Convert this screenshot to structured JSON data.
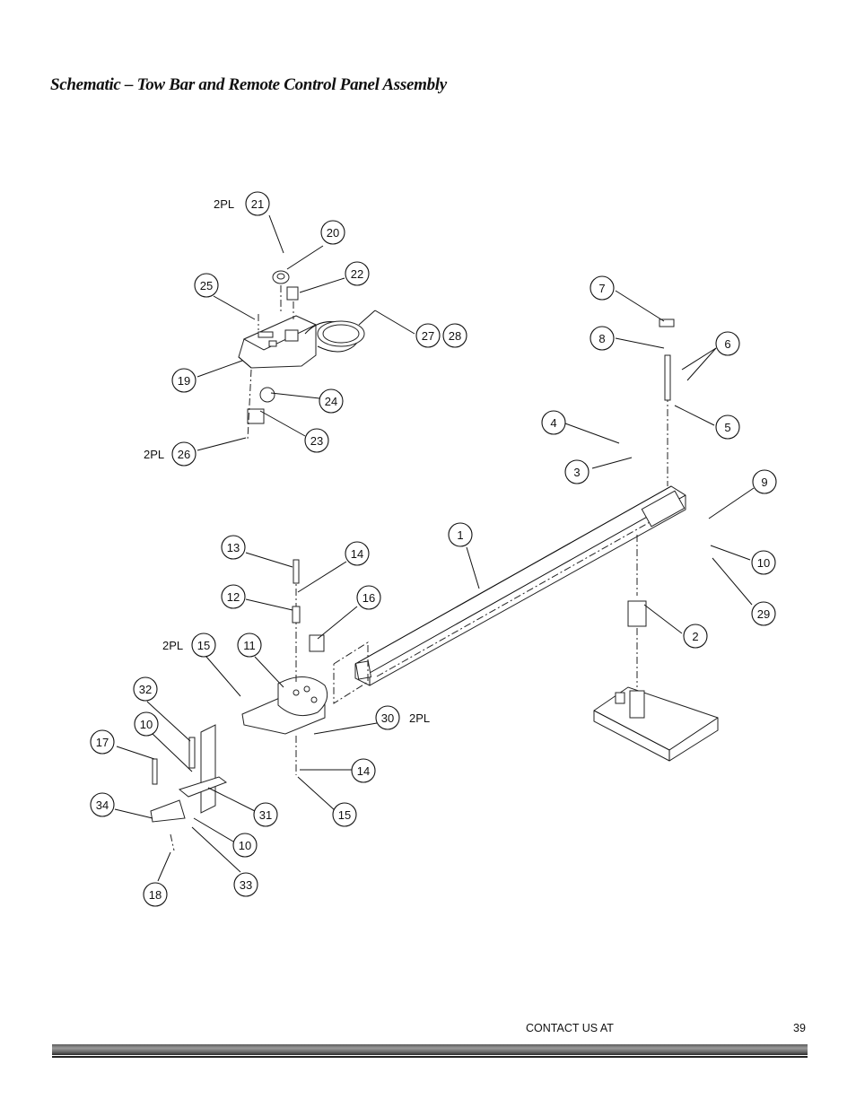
{
  "page": {
    "title": "Schematic – Tow Bar and Remote Control Panel Assembly",
    "footer_contact": "CONTACT US AT",
    "page_number": "39"
  },
  "diagram": {
    "callouts": [
      {
        "id": "c21",
        "label": "21",
        "note": "2PL"
      },
      {
        "id": "c20",
        "label": "20"
      },
      {
        "id": "c22",
        "label": "22"
      },
      {
        "id": "c25",
        "label": "25"
      },
      {
        "id": "c27",
        "label": "27"
      },
      {
        "id": "c28",
        "label": "28"
      },
      {
        "id": "c19",
        "label": "19"
      },
      {
        "id": "c24",
        "label": "24"
      },
      {
        "id": "c23",
        "label": "23"
      },
      {
        "id": "c26",
        "label": "26",
        "note": "2PL"
      },
      {
        "id": "c7",
        "label": "7"
      },
      {
        "id": "c8",
        "label": "8"
      },
      {
        "id": "c6",
        "label": "6"
      },
      {
        "id": "c5",
        "label": "5"
      },
      {
        "id": "c4",
        "label": "4"
      },
      {
        "id": "c3",
        "label": "3"
      },
      {
        "id": "c9",
        "label": "9"
      },
      {
        "id": "c10a",
        "label": "10"
      },
      {
        "id": "c29",
        "label": "29"
      },
      {
        "id": "c1",
        "label": "1"
      },
      {
        "id": "c2",
        "label": "2"
      },
      {
        "id": "c13",
        "label": "13"
      },
      {
        "id": "c14a",
        "label": "14"
      },
      {
        "id": "c12",
        "label": "12"
      },
      {
        "id": "c16",
        "label": "16"
      },
      {
        "id": "c15a",
        "label": "15",
        "note": "2PL"
      },
      {
        "id": "c11",
        "label": "11"
      },
      {
        "id": "c32",
        "label": "32"
      },
      {
        "id": "c10b",
        "label": "10"
      },
      {
        "id": "c17",
        "label": "17"
      },
      {
        "id": "c30",
        "label": "30",
        "note": "2PL"
      },
      {
        "id": "c14b",
        "label": "14"
      },
      {
        "id": "c15b",
        "label": "15"
      },
      {
        "id": "c34",
        "label": "34"
      },
      {
        "id": "c31",
        "label": "31"
      },
      {
        "id": "c10c",
        "label": "10"
      },
      {
        "id": "c33",
        "label": "33"
      },
      {
        "id": "c18",
        "label": "18"
      }
    ]
  }
}
